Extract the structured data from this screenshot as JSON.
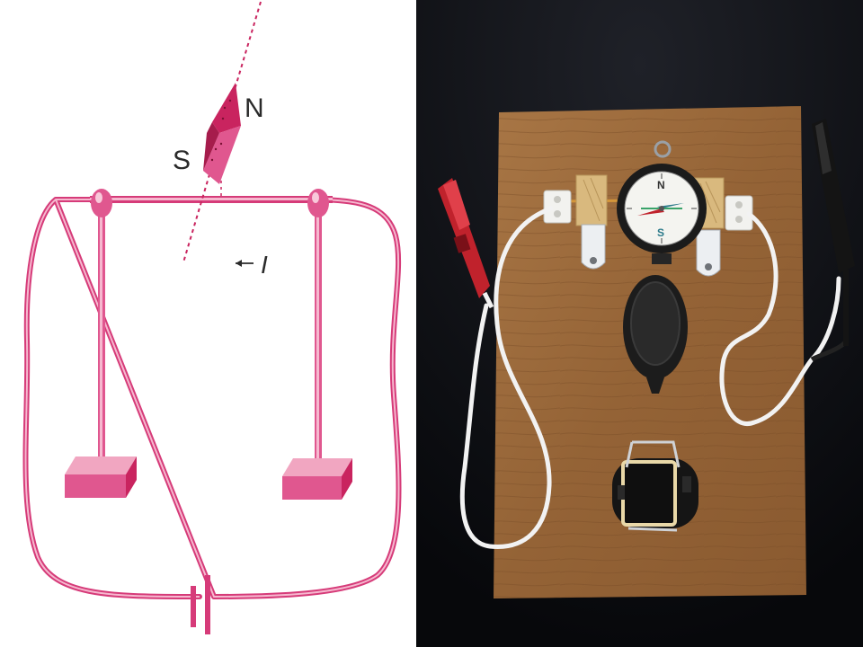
{
  "diagram": {
    "labels": {
      "north": "N",
      "south": "S",
      "current": "I"
    },
    "colors": {
      "wire": "#d63b79",
      "wire_inner": "#f6b8cf",
      "stand": "#e0578f",
      "base": "#e8769f",
      "needle": "#c9245f",
      "background": "#ffffff"
    }
  },
  "photo": {
    "colors": {
      "background": "#0d0e12",
      "board": "#9a6a3a",
      "clip_red": "#c0222c",
      "clip_black": "#141414",
      "cable": "#f2f2f2",
      "compass_case": "#1b1b1b"
    },
    "compass_letters": {
      "north": "N",
      "south": "S"
    }
  }
}
